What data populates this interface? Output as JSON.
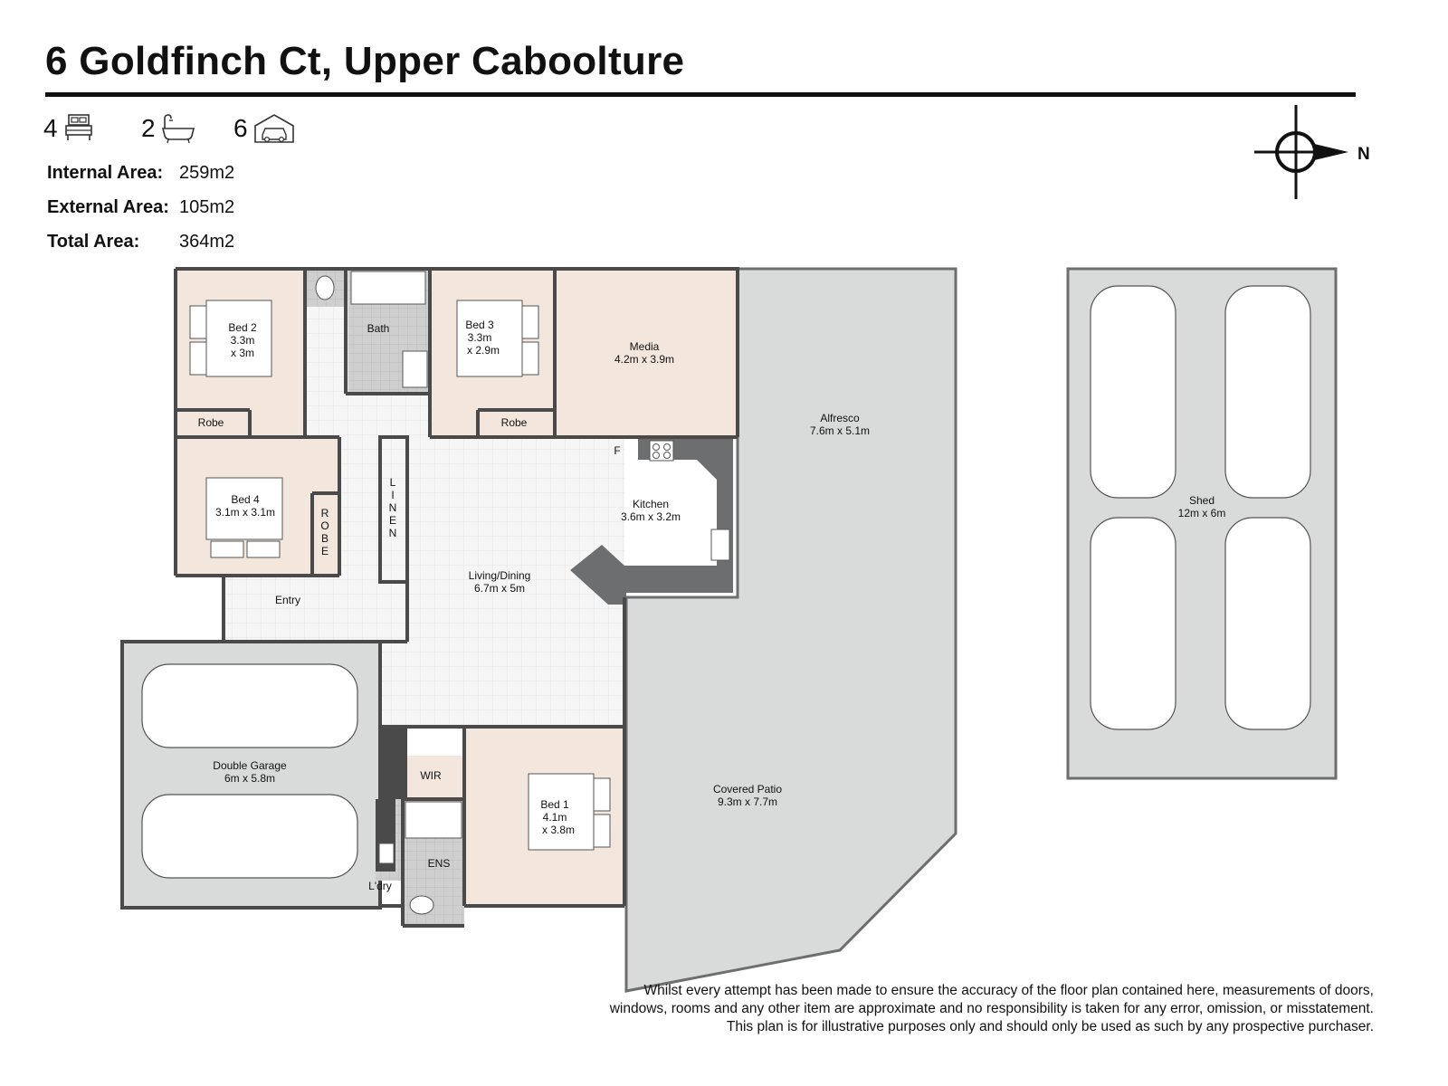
{
  "header": {
    "title": "6 Goldfinch Ct, Upper Caboolture"
  },
  "stats": [
    {
      "count": "4",
      "icon": "bed-icon"
    },
    {
      "count": "2",
      "icon": "bath-icon"
    },
    {
      "count": "6",
      "icon": "garage-car-icon"
    }
  ],
  "areas": [
    {
      "label": "Internal Area:",
      "value": "259m2"
    },
    {
      "label": "External Area:",
      "value": "105m2"
    },
    {
      "label": "Total Area:",
      "value": "364m2"
    }
  ],
  "compass": {
    "label": "N"
  },
  "rooms": {
    "bed2": {
      "name": "Bed 2",
      "dim1": "3.3m",
      "dim2": "x 3m"
    },
    "robe_left": {
      "name": "Robe"
    },
    "bath": {
      "name": "Bath"
    },
    "bed3": {
      "name": "Bed 3",
      "dim1": "3.3m",
      "dim2": "x 2.9m"
    },
    "robe_right": {
      "name": "Robe"
    },
    "media": {
      "name": "Media",
      "dims": "4.2m x 3.9m"
    },
    "alfresco": {
      "name": "Alfresco",
      "dims": "7.6m x 5.1m"
    },
    "bed4": {
      "name": "Bed 4",
      "dims": "3.1m x 3.1m"
    },
    "robe_vertical": {
      "letters": [
        "R",
        "O",
        "B",
        "E"
      ]
    },
    "linen": {
      "letters": [
        "L",
        "I",
        "N",
        "E",
        "N"
      ]
    },
    "kitchen": {
      "name": "Kitchen",
      "dims": "3.6m x 3.2m"
    },
    "fridge": {
      "name": "F"
    },
    "living": {
      "name": "Living/Dining",
      "dims": "6.7m x 5m"
    },
    "entry": {
      "name": "Entry"
    },
    "garage": {
      "name": "Double Garage",
      "dims": "6m x 5.8m"
    },
    "wir": {
      "name": "WIR"
    },
    "bed1": {
      "name": "Bed 1",
      "dim1": "4.1m",
      "dim2": "x 3.8m"
    },
    "ens": {
      "name": "ENS"
    },
    "laundry": {
      "name": "L'dry"
    },
    "patio": {
      "name": "Covered Patio",
      "dims": "9.3m x 7.7m"
    },
    "shed": {
      "name": "Shed",
      "dims": "12m x 6m"
    }
  },
  "colors": {
    "bedroom": "#f3e6dc",
    "tile": "#f4f4f4",
    "outdoor": "#d8d9d9",
    "wall": "#4a4a4a",
    "wet": "#c8c8c8",
    "bench": "#6d6e70"
  },
  "disclaimer": [
    "Whilst every attempt has been made to ensure the accuracy of the floor plan contained here, measurements of doors,",
    "windows, rooms and any other item are approximate and no responsibility is taken for any error, omission, or misstatement.",
    "This plan is for illustrative purposes only and should only be used as such by any prospective purchaser."
  ]
}
